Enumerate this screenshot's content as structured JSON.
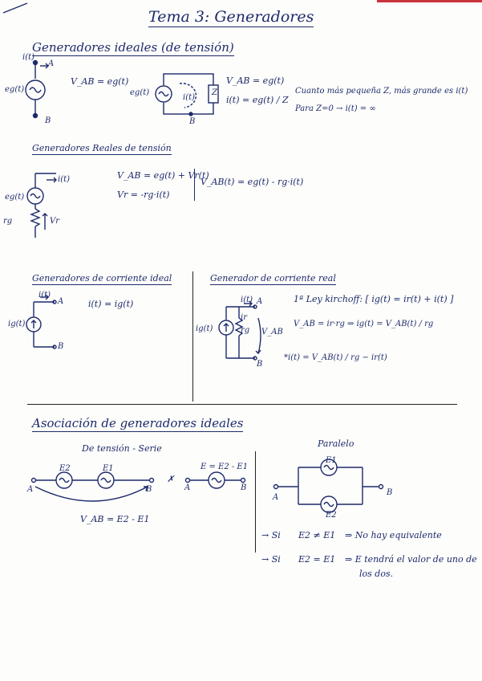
{
  "title": "Tema 3: Generadores",
  "s1": {
    "heading": "Generadores ideales (de tensión)",
    "eq1": "V_AB = eg(t)",
    "eq2": "V_AB = eg(t)",
    "eq3": "i(t) = eg(t) / Z",
    "note1": "Cuanto más pequeña Z, más grande es i(t)",
    "note2": "Para Z=0 → i(t) = ∞",
    "labels": {
      "it": "i(t)",
      "A": "A",
      "B": "B",
      "eg": "eg(t)",
      "Z": "Z",
      "iit": "i(t)"
    }
  },
  "s2": {
    "heading": "Generadores Reales de tensión",
    "eq1": "V_AB = eg(t) + Vr(t)",
    "eq2": "Vr = -rg·i(t)",
    "eq3": "V_AB(t) = eg(t) - rg·i(t)",
    "labels": {
      "it": "i(t)",
      "eg": "eg(t)",
      "rg": "rg",
      "vr": "Vr"
    }
  },
  "s3": {
    "heading": "Generadores de corriente ideal",
    "eq1": "i(t) = ig(t)",
    "labels": {
      "it": "i(t)",
      "ig": "ig(t)",
      "A": "A",
      "B": "B"
    }
  },
  "s4": {
    "heading": "Generador de corriente real",
    "eq1": "1ª Ley kirchoff: [ ig(t) = ir(t) + i(t) ]",
    "eq2": "V_AB = ir·rg ⇒ ig(t) = V_AB(t) / rg",
    "eq3": "*i(t) = V_AB(t) / rg − ir(t)",
    "labels": {
      "it": "i(t)",
      "ig": "ig(t)",
      "ir": "ir",
      "rg": "rg",
      "vab": "V_AB",
      "A": "A",
      "B": "B"
    }
  },
  "s5": {
    "heading": "Asociación de generadores ideales",
    "sub1": "De tensión - Serie",
    "sub2": "Paralelo",
    "eq_vab": "V_AB = E2 - E1",
    "eq_e": "E = E2 - E1",
    "cond1_lead": "→ Si",
    "cond1_eq": "E2 ≠ E1",
    "cond1_res": "⇒ No hay equivalente",
    "cond2_lead": "→ Si",
    "cond2_eq": "E2 = E1",
    "cond2_res": "⇒ E tendrá el valor de uno de",
    "cond2_res2": "los dos.",
    "labels": {
      "E1": "E1",
      "E2": "E2",
      "A": "A",
      "B": "B",
      "x": "✗"
    }
  }
}
